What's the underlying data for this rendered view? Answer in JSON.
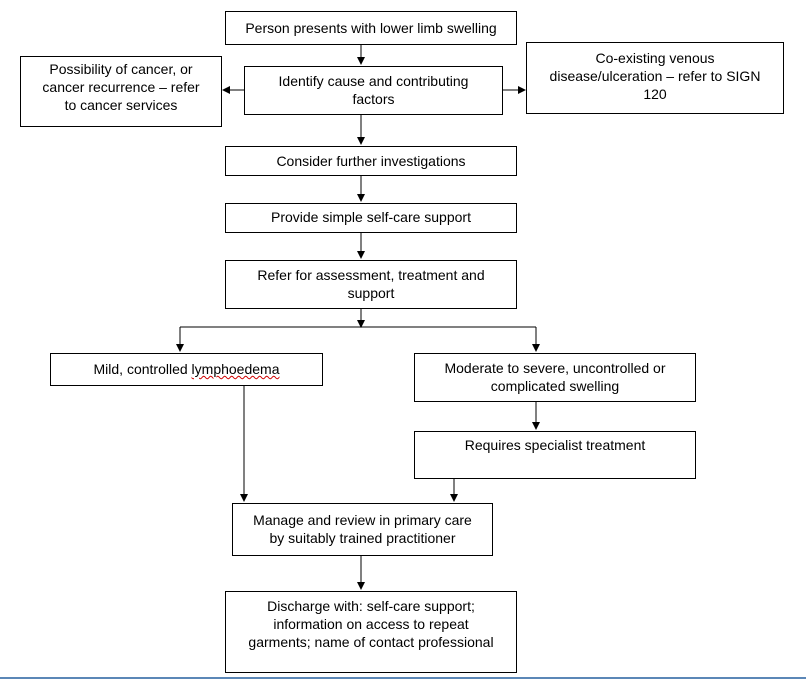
{
  "flowchart": {
    "nodes": {
      "presents": "Person presents with lower limb swelling",
      "identify": "Identify cause and contributing\nfactors",
      "cancer": "Possibility of cancer, or\ncancer recurrence – refer\nto cancer services",
      "venous": "Co-existing venous\ndisease/ulceration – refer to SIGN\n120",
      "investigations": "Consider further investigations",
      "selfcare": "Provide simple self-care support",
      "refer": "Refer for assessment, treatment and\nsupport",
      "mild_prefix": "Mild, controlled ",
      "mild_word": "lymphoedema",
      "moderate": "Moderate to severe, uncontrolled or\ncomplicated swelling",
      "specialist": "Requires specialist treatment",
      "manage": "Manage and review in primary care\nby suitably trained practitioner",
      "discharge": "Discharge with: self-care support;\ninformation on access to repeat\ngarments; name of contact professional"
    },
    "line_color": "#000000",
    "spellcheck_color": "#d00000",
    "bottom_rule_color": "#5b87b7"
  }
}
